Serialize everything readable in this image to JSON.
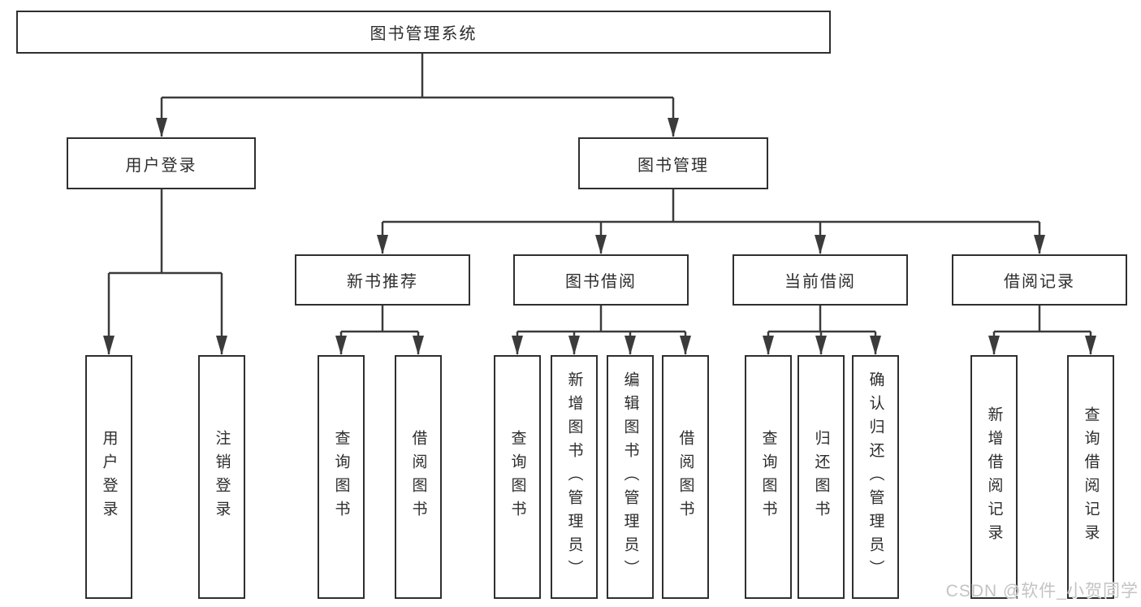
{
  "tree": {
    "label": "图书管理系统",
    "children": [
      {
        "label": "用户登录",
        "children": [
          {
            "label": "用户登录"
          },
          {
            "label": "注销登录"
          }
        ]
      },
      {
        "label": "图书管理",
        "children": [
          {
            "label": "新书推荐",
            "children": [
              {
                "label": "查询图书"
              },
              {
                "label": "借阅图书"
              }
            ]
          },
          {
            "label": "图书借阅",
            "children": [
              {
                "label": "查询图书"
              },
              {
                "label": "新增图书（管理员）"
              },
              {
                "label": "编辑图书（管理员）"
              },
              {
                "label": "借阅图书"
              }
            ]
          },
          {
            "label": "当前借阅",
            "children": [
              {
                "label": "查询图书"
              },
              {
                "label": "归还图书"
              },
              {
                "label": "确认归还（管理员）"
              }
            ]
          },
          {
            "label": "借阅记录",
            "children": [
              {
                "label": "新增借阅记录"
              },
              {
                "label": "查询借阅记录"
              }
            ]
          }
        ]
      }
    ]
  },
  "watermark": "CSDN @软件_小贺同学",
  "colors": {
    "line": "#3b3b3b",
    "box_border": "#2f2f2f",
    "text": "#2d2d2d",
    "watermark_text": "#c3c3c3",
    "background": "#ffffff"
  }
}
